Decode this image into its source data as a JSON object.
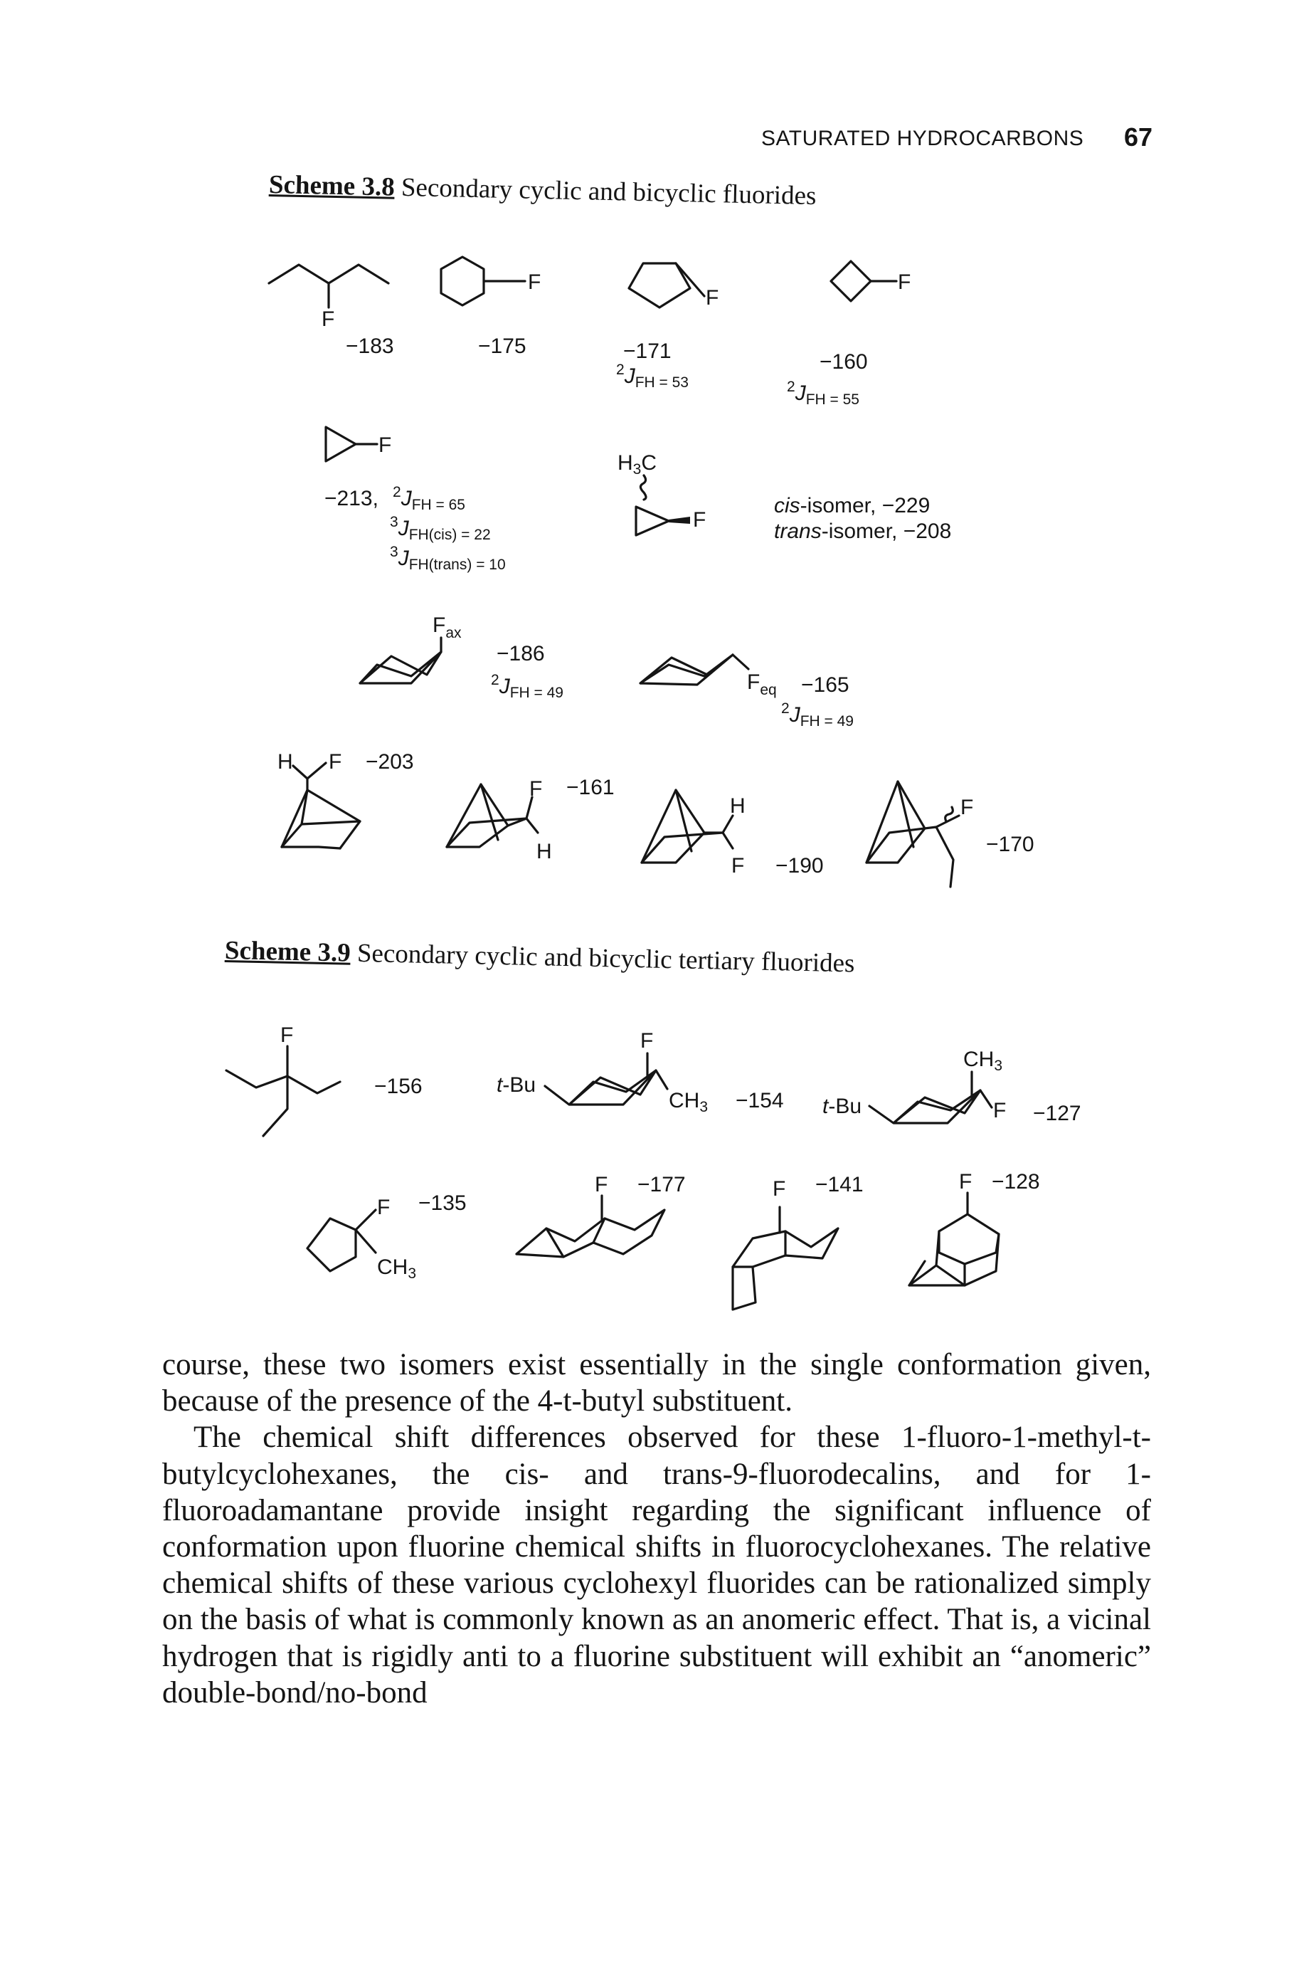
{
  "header": {
    "running_head": "SATURATED HYDROCARBONS",
    "page_number": "67"
  },
  "scheme_3_8": {
    "label": "Scheme 3.8",
    "title": "Secondary cyclic and bicyclic fluorides",
    "compounds": [
      {
        "shift": "−183"
      },
      {
        "shift": "−175"
      },
      {
        "shift": "−171",
        "coupling": "FH = 53"
      },
      {
        "shift": "−160",
        "coupling": "FH = 55"
      },
      {
        "shift": "−213,",
        "j1": "FH = 65",
        "j2": "FH(cis) = 22",
        "j3": "FH(trans) = 10"
      },
      {
        "cis": "-isomer, −229",
        "trans": "-isomer, −208"
      },
      {
        "shift": "−186",
        "coupling": "FH = 49"
      },
      {
        "shift": "−165",
        "coupling": "FH = 49"
      },
      {
        "shift": "−203"
      },
      {
        "shift": "−161"
      },
      {
        "shift": "−190"
      },
      {
        "shift": "−170"
      }
    ]
  },
  "scheme_3_9": {
    "label": "Scheme 3.9",
    "title": "Secondary cyclic and bicyclic tertiary fluorides",
    "compounds": [
      {
        "shift": "−156"
      },
      {
        "shift": "−154"
      },
      {
        "shift": "−127"
      },
      {
        "shift": "−135"
      },
      {
        "shift": "−177"
      },
      {
        "shift": "−141"
      },
      {
        "shift": "−128"
      }
    ]
  },
  "body": {
    "p1": "course, these two isomers exist essentially in the single conformation given, because of the presence of the 4-t-butyl substituent.",
    "p2": "The chemical shift differences observed for these 1-fluoro-1-methyl-t-butylcyclohexanes, the cis- and trans-9-fluorodecalins, and for 1-fluoroadamantane provide insight regarding the significant influence of conformation upon fluorine chemical shifts in fluorocyclohexanes. The relative chemical shifts of these various cyclohexyl fluorides can be rationalized simply on the basis of what is commonly known as an anomeric effect. That is, a vicinal hydrogen that is rigidly anti to a fluorine substituent will exhibit an “anomeric” double-bond/no-bond"
  }
}
